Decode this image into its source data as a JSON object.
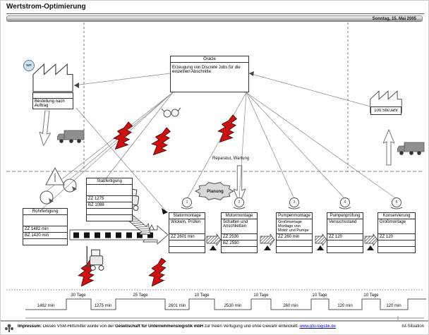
{
  "header": {
    "title": "Wertstrom-Optimierung",
    "date": "Sonntag, 15. Mai 2005"
  },
  "supplier": {
    "badge": "WP",
    "order_label": "Bestellung nach Auftrag"
  },
  "customer": {
    "demand_label": "100 Stk/Jahr"
  },
  "control": {
    "title": "Oracle",
    "body": "Erzeugung von Discrete Jobs für die einzelnen Abschnitte"
  },
  "annotations": {
    "repair": "Reparatur, Wartung",
    "planning": "Planung"
  },
  "processes": {
    "stab": {
      "title": "Stabfertigung",
      "body": "",
      "rows": [
        "ZZ 1275",
        "BZ 1088",
        "",
        ""
      ]
    },
    "rohr": {
      "title": "Rohrfertigung",
      "body": "",
      "rows": [
        "ZZ 1482 min",
        "BZ 1420 min",
        ""
      ]
    },
    "stator": {
      "title": "Statormontage",
      "body": "Wickeln, Prüfen",
      "rows": [
        "ZZ 2601 min",
        "",
        ""
      ]
    },
    "motor": {
      "title": "Motormontage",
      "body": "Schalten und Anschließen",
      "rows": [
        "ZZ 2530",
        "BZ 2530",
        ""
      ]
    },
    "pumpmont": {
      "title": "Pumpenmontage",
      "body": "Großmontage Montage von Motor und Pumpe",
      "rows": [
        "ZZ 260 min",
        "",
        ""
      ]
    },
    "pumppruef": {
      "title": "Pumpenprüfung",
      "body": "Versuchsstand",
      "rows": [
        "ZZ 120",
        "",
        ""
      ]
    },
    "konserv": {
      "title": "Konservierung",
      "body": "Großmontage",
      "rows": [
        "ZZ 120",
        "",
        ""
      ]
    }
  },
  "operators": [
    "1",
    "2",
    "3",
    "4",
    "5"
  ],
  "timeline": {
    "wait_labels": [
      "30 Tage",
      "25 Tage",
      "10 Tage",
      "10 Tage",
      "10 Tage",
      "10 Tage"
    ],
    "process_labels": [
      "1482 min",
      "1275 min",
      "2601 min",
      "2530 min",
      "260 min",
      "120 min",
      "120 min"
    ]
  },
  "footer": {
    "impressum_label": "Impressum:",
    "impressum_text_1": "Dieses VSM-Hilfsmittel wurde von der",
    "impressum_company": "Gesellschaft für Unternehmenslogistik mbH",
    "impressum_text_2": "zur freien Verfügung und ohne Gewähr entwickelt.",
    "impressum_link": "www.gfu-logistik.de",
    "status": "Ist-Situation"
  },
  "icons": [
    "factory-icon",
    "truck-icon",
    "forklift-icon",
    "kaizen-bolt-icon",
    "inventory-triangle-icon",
    "operator-icon",
    "go-see-glasses-icon",
    "push-arrow-icon",
    "planning-burst-icon",
    "hollow-arrow-icon",
    "info-logo-icon"
  ],
  "colors": {
    "bolt": "#cc1111",
    "link": "#0000cc",
    "bar": "#8d8d8d"
  }
}
